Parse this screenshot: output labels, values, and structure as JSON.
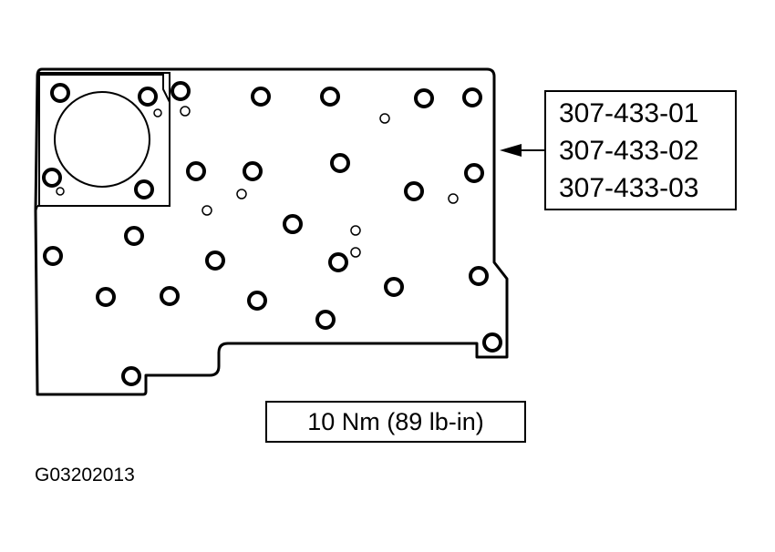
{
  "callout": {
    "part_numbers": [
      "307-433-01",
      "307-433-02",
      "307-433-03"
    ]
  },
  "torque_spec": "10 Nm (89 lb-in)",
  "figure_id": "G03202013",
  "colors": {
    "line": "#000000",
    "background": "#ffffff"
  },
  "icons": {
    "pointer": "arrow-left-icon"
  }
}
